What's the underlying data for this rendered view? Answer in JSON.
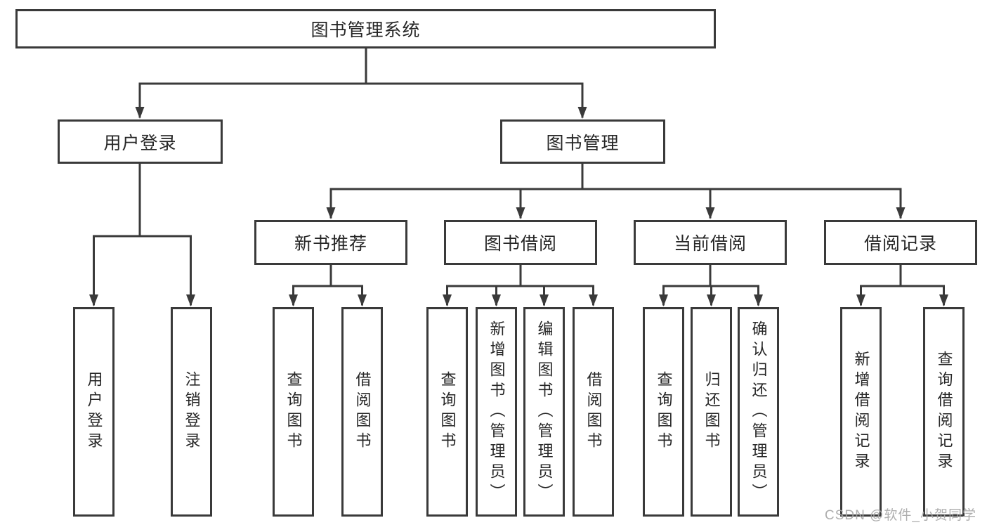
{
  "tree": {
    "root": {
      "label": "图书管理系统",
      "children": [
        {
          "label": "用户登录",
          "children": [
            {
              "label": "用户登录"
            },
            {
              "label": "注销登录"
            }
          ]
        },
        {
          "label": "图书管理",
          "children": [
            {
              "label": "新书推荐",
              "children": [
                {
                  "label": "查询图书"
                },
                {
                  "label": "借阅图书"
                }
              ]
            },
            {
              "label": "图书借阅",
              "children": [
                {
                  "label": "查询图书"
                },
                {
                  "label": "新增图书（管理员）"
                },
                {
                  "label": "编辑图书（管理员）"
                },
                {
                  "label": "借阅图书"
                }
              ]
            },
            {
              "label": "当前借阅",
              "children": [
                {
                  "label": "查询图书"
                },
                {
                  "label": "归还图书"
                },
                {
                  "label": "确认归还（管理员）"
                }
              ]
            },
            {
              "label": "借阅记录",
              "children": [
                {
                  "label": "新增借阅记录"
                },
                {
                  "label": "查询借阅记录"
                }
              ]
            }
          ]
        }
      ]
    }
  },
  "watermark": {
    "text": "CSDN @软件_小贺同学"
  },
  "colors": {
    "line": "#3a3a3a",
    "box_border": "#3a3a3a",
    "text": "#262626",
    "watermark": "#a6a6a6",
    "background": "#ffffff"
  }
}
